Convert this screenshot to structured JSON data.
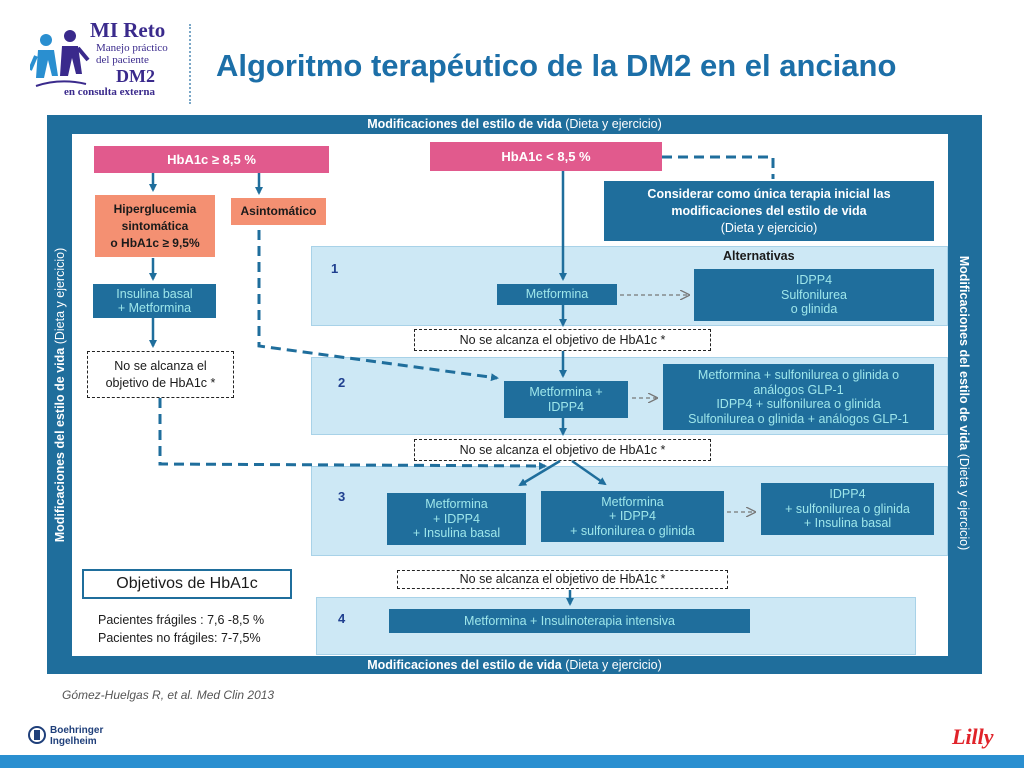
{
  "logo": {
    "line1": "MI Reto",
    "line2a": "Manejo práctico",
    "line2b": "del paciente",
    "line3": "DM2",
    "line4": "en consulta externa"
  },
  "title": "Algoritmo terapéutico de la DM2 en el anciano",
  "band": {
    "bold": "Modificaciones del estilo de vida",
    "normal": "(Dieta y ejercicio)"
  },
  "left_branch": {
    "hba1c_high": "HbA1c ≥ 8,5 %",
    "hiper_lines": [
      "Hiperglucemia",
      "sintomática",
      "o HbA1c  ≥ 9,5%"
    ],
    "asintomatico": "Asintomático",
    "insulina_lines": [
      "Insulina  basal",
      "+ Metformina"
    ],
    "no_alcanza_lines": [
      "No se alcanza el",
      "objetivo de HbA1c *"
    ]
  },
  "right_branch": {
    "hba1c_low": "HbA1c < 8,5 %",
    "considerar_lines": [
      "Considerar  como única terapia inicial las",
      "modificaciones del estilo de vida",
      "(Dieta y ejercicio)"
    ]
  },
  "alternativas_label": "Alternativas",
  "steps": [
    {
      "number": "1",
      "main": [
        "Metformina"
      ],
      "alt": [
        "IDPP4",
        "Sulfonilurea",
        "o glinida"
      ],
      "after": "No se alcanza el objetivo  de HbA1c *"
    },
    {
      "number": "2",
      "main": [
        "Metformina +",
        "IDPP4"
      ],
      "alt": [
        "Metformina + sulfonilurea o glinida o",
        "análogos GLP-1",
        "IDPP4  + sulfonilurea o glinida",
        "Sulfonilurea o glinida + análogos GLP-1"
      ],
      "after": "No se alcanza el objetivo  de HbA1c *"
    },
    {
      "number": "3",
      "main_a": [
        "Metformina",
        "+ IDPP4",
        "+ Insulina basal"
      ],
      "main_b": [
        "Metformina",
        "+ IDPP4",
        "+ sulfonilurea o glinida"
      ],
      "alt": [
        "IDPP4",
        "+ sulfonilurea o glinida",
        "+ Insulina basal"
      ],
      "after": "No se alcanza el objetivo  de HbA1c *"
    },
    {
      "number": "4",
      "main": [
        "Metformina + Insulinoterapia intensiva"
      ]
    }
  ],
  "objetivos": {
    "title": "Objetivos de HbA1c",
    "lines": [
      "Pacientes frágiles : 7,6 -8,5 %",
      "Pacientes no frágiles: 7-7,5%"
    ]
  },
  "reference": "Gómez-Huelgas R, et al. Med Clin 2013",
  "footer": {
    "bi_line1": "Boehringer",
    "bi_line2": "Ingelheim",
    "lilly": "Lilly"
  },
  "colors": {
    "frame": "#1f6e9c",
    "step_bg": "#cde8f5",
    "pink": "#e15a8d",
    "salmon": "#f49072",
    "teal_text": "#9ee6ea",
    "title": "#1c6fa8"
  }
}
